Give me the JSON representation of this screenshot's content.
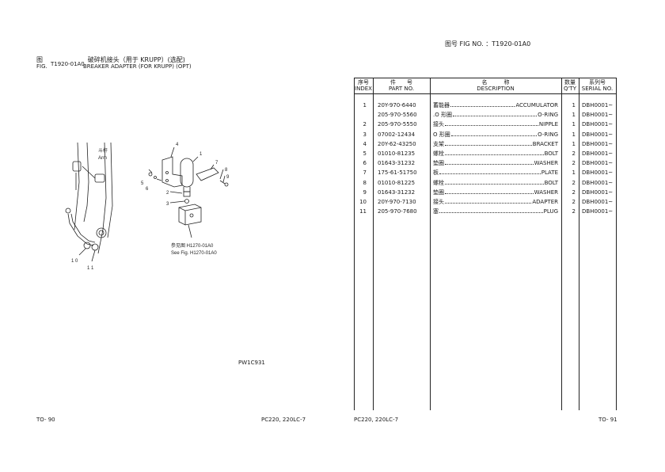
{
  "header": {
    "fig_no_label": "图号 FIG NO. ：T1920-01A0"
  },
  "figure": {
    "fig_label_cn": "图",
    "fig_label_en": "FIG.",
    "fig_number": "T1920-01A0",
    "title_cn": "破碎机接头（用于 KRUPP）(选配)",
    "title_en": "BREAKER ADAPTER (FOR KRUPP) (OPT)",
    "arm_label_cn": "斗杆",
    "arm_label_en": "Arm",
    "callouts": [
      "1",
      "2",
      "3",
      "4",
      "5",
      "6",
      "7",
      "8",
      "9",
      "1 0",
      "1 1"
    ],
    "ref_cn": "参见图 H1270-01A0",
    "ref_en": "See Fig. H1270-01A0",
    "drawing_code": "PW1C931"
  },
  "table": {
    "headers": {
      "index_cn": "序号",
      "index_en": "INDEX",
      "part_cn": "件　　号",
      "part_en": "PART NO.",
      "desc_cn": "名　　　称",
      "desc_en": "DESCRIPTION",
      "qty_cn": "数量",
      "qty_en": "Q'TY",
      "serial_cn": "系列号",
      "serial_en": "SERIAL NO."
    },
    "rows": [
      {
        "index": "1",
        "part": "20Y-970-6440",
        "cn": "蓄能器",
        "en": "ACCUMULATOR",
        "qty": "1",
        "serial": "DBH0001~"
      },
      {
        "index": "",
        "part": "205-970-5560",
        "cn": ".O 形圈",
        "en": "O-RING",
        "qty": "1",
        "serial": "DBH0001~"
      },
      {
        "index": "2",
        "part": "205-970-5550",
        "cn": "接头",
        "en": "NIPPLE",
        "qty": "1",
        "serial": "DBH0001~"
      },
      {
        "index": "3",
        "part": "07002-12434",
        "cn": "O 形圈",
        "en": "O-RING",
        "qty": "1",
        "serial": "DBH0001~"
      },
      {
        "index": "4",
        "part": "20Y-62-43250",
        "cn": "支架",
        "en": "BRACKET",
        "qty": "1",
        "serial": "DBH0001~"
      },
      {
        "index": "5",
        "part": "01010-81235",
        "cn": "螺栓",
        "en": "BOLT",
        "qty": "2",
        "serial": "DBH0001~"
      },
      {
        "index": "6",
        "part": "01643-31232",
        "cn": "垫圈",
        "en": "WASHER",
        "qty": "2",
        "serial": "DBH0001~"
      },
      {
        "index": "7",
        "part": "175-61-51750",
        "cn": "板",
        "en": "PLATE",
        "qty": "1",
        "serial": "DBH0001~"
      },
      {
        "index": "8",
        "part": "01010-81225",
        "cn": "螺栓",
        "en": "BOLT",
        "qty": "2",
        "serial": "DBH0001~"
      },
      {
        "index": "9",
        "part": "01643-31232",
        "cn": "垫圈",
        "en": "WASHER",
        "qty": "2",
        "serial": "DBH0001~"
      },
      {
        "index": "10",
        "part": "20Y-970-7130",
        "cn": "接头",
        "en": "ADAPTER",
        "qty": "2",
        "serial": "DBH0001~"
      },
      {
        "index": "11",
        "part": "205-970-7680",
        "cn": "塞",
        "en": "PLUG",
        "qty": "2",
        "serial": "DBH0001~"
      }
    ]
  },
  "footer": {
    "left_page": "TO- 90",
    "left_model": "PC220, 220LC-7",
    "right_model": "PC220, 220LC-7",
    "right_page": "TO- 91"
  }
}
